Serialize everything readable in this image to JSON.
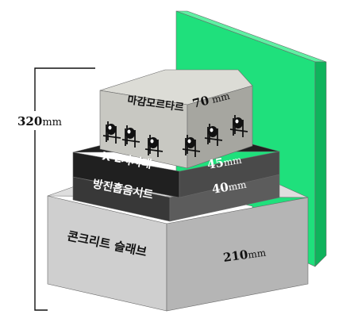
{
  "total_height": {
    "value": "320",
    "unit": "mm"
  },
  "layers": [
    {
      "id": "mortar",
      "name": "마감모르타르",
      "thickness": "70",
      "unit": "mm"
    },
    {
      "id": "x-l",
      "name": "X-L지지대",
      "thickness": "45",
      "unit": "mm"
    },
    {
      "id": "sheet",
      "name": "방진흡음시트",
      "thickness": "40",
      "unit": "mm"
    },
    {
      "id": "slab",
      "name": "콘크리트 슬래브",
      "thickness": "210",
      "unit": "mm"
    }
  ],
  "colors": {
    "wall_front": "#1fe07c",
    "wall_side": "#0fb35c",
    "wall_top": "#5ff0a3",
    "mortar_front": "#c8c8c2",
    "mortar_side": "#a6a6a0",
    "mortar_top": "#dcdcd6",
    "xl_front": "#202020",
    "xl_side": "#4a4a4a",
    "sheet_front": "#383838",
    "sheet_side": "#5c5c5c",
    "slab_front": "#cfcfcf",
    "slab_side": "#b5b5b5",
    "slab_top": "#dedede",
    "ink": "#111111"
  }
}
